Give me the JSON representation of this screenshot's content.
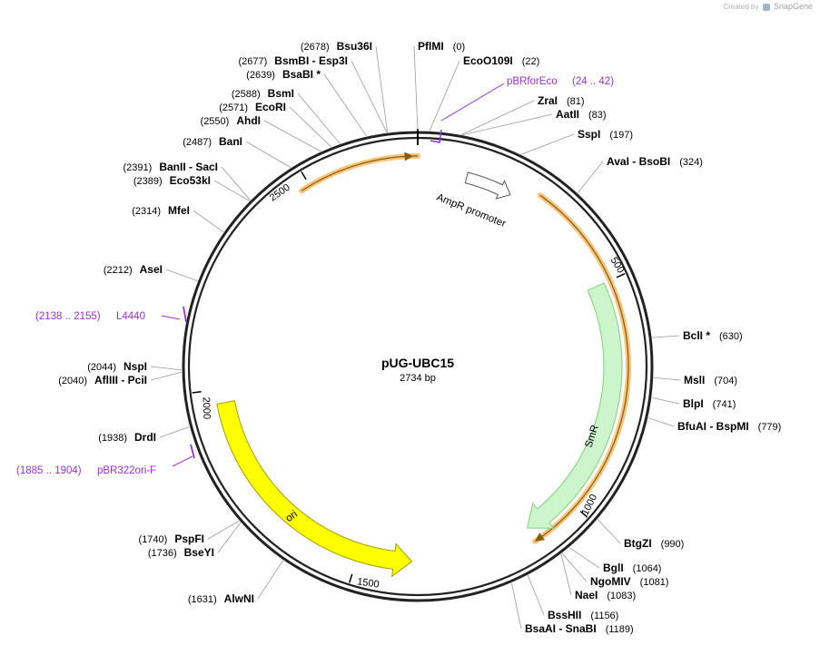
{
  "credit": {
    "prefix": "Created by",
    "brand": "SnapGene"
  },
  "plasmid": {
    "name": "pUG-UBC15",
    "length_label": "2734 bp",
    "length": 2734
  },
  "tick_labels": [
    "500",
    "1000",
    "1500",
    "2000",
    "2500"
  ],
  "features": [
    {
      "label": "AmpR promoter",
      "color": "#ffffff",
      "kind": "promoter"
    },
    {
      "label": "SmR",
      "color": "#ccf5cc",
      "kind": "cds"
    },
    {
      "label": "ori",
      "color": "#ffff00",
      "kind": "origin"
    }
  ],
  "primers": [
    {
      "label": "pBRforEco",
      "range": "(24 .. 42)"
    },
    {
      "label": "L4440",
      "range": "(2138 .. 2155)"
    },
    {
      "label": "pBR322ori-F",
      "range": "(1885 .. 1904)"
    }
  ],
  "enzymes_right": [
    {
      "pos": 0,
      "lines": [
        {
          "pos_text": "(0)",
          "names": [
            "PflMI"
          ]
        }
      ]
    },
    {
      "pos": 22,
      "lines": [
        {
          "pos_text": "(22)",
          "names": [
            "EcoO109I"
          ]
        }
      ]
    },
    {
      "pos": 81,
      "lines": [
        {
          "pos_text": "(81)",
          "names": [
            "ZraI"
          ]
        }
      ]
    },
    {
      "pos": 83,
      "lines": [
        {
          "pos_text": "(83)",
          "names": [
            "AatII"
          ]
        }
      ]
    },
    {
      "pos": 197,
      "lines": [
        {
          "pos_text": "(197)",
          "names": [
            "SspI"
          ]
        }
      ]
    },
    {
      "pos": 324,
      "lines": [
        {
          "pos_text": "(324)",
          "names": [
            "AvaI",
            "BsoBI"
          ]
        }
      ]
    },
    {
      "pos": 630,
      "lines": [
        {
          "pos_text": "(630)",
          "names": [
            "BclI *"
          ]
        }
      ]
    },
    {
      "pos": 704,
      "lines": [
        {
          "pos_text": "(704)",
          "names": [
            "MslI"
          ]
        }
      ]
    },
    {
      "pos": 741,
      "lines": [
        {
          "pos_text": "(741)",
          "names": [
            "BlpI"
          ]
        }
      ]
    },
    {
      "pos": 779,
      "lines": [
        {
          "pos_text": "(779)",
          "names": [
            "BfuAI",
            "BspMI"
          ]
        }
      ]
    },
    {
      "pos": 990,
      "lines": [
        {
          "pos_text": "(990)",
          "names": [
            "BtgZI"
          ]
        }
      ]
    },
    {
      "pos": 1064,
      "lines": [
        {
          "pos_text": "(1064)",
          "names": [
            "BglI"
          ]
        }
      ]
    },
    {
      "pos": 1081,
      "lines": [
        {
          "pos_text": "(1081)",
          "names": [
            "NgoMIV"
          ]
        }
      ]
    },
    {
      "pos": 1083,
      "lines": [
        {
          "pos_text": "(1083)",
          "names": [
            "NaeI"
          ]
        }
      ]
    },
    {
      "pos": 1156,
      "lines": [
        {
          "pos_text": "(1156)",
          "names": [
            "BssHII"
          ]
        }
      ]
    },
    {
      "pos": 1189,
      "lines": [
        {
          "pos_text": "(1189)",
          "names": [
            "BsaAI",
            "SnaBI"
          ]
        }
      ]
    }
  ],
  "enzymes_left": [
    {
      "pos": 2678,
      "lines": [
        {
          "pos_text": "(2678)",
          "names": [
            "Bsu36I"
          ]
        }
      ]
    },
    {
      "pos": 2677,
      "lines": [
        {
          "pos_text": "(2677)",
          "names": [
            "BsmBI",
            "Esp3I"
          ]
        }
      ]
    },
    {
      "pos": 2639,
      "lines": [
        {
          "pos_text": "(2639)",
          "names": [
            "BsaBI *"
          ]
        }
      ]
    },
    {
      "pos": 2588,
      "lines": [
        {
          "pos_text": "(2588)",
          "names": [
            "BsmI"
          ]
        }
      ]
    },
    {
      "pos": 2571,
      "lines": [
        {
          "pos_text": "(2571)",
          "names": [
            "EcoRI"
          ]
        }
      ]
    },
    {
      "pos": 2550,
      "lines": [
        {
          "pos_text": "(2550)",
          "names": [
            "AhdI"
          ]
        }
      ]
    },
    {
      "pos": 2487,
      "lines": [
        {
          "pos_text": "(2487)",
          "names": [
            "BanI"
          ]
        }
      ]
    },
    {
      "pos": 2391,
      "lines": [
        {
          "pos_text": "(2391)",
          "names": [
            "BanII",
            "SacI"
          ]
        }
      ]
    },
    {
      "pos": 2389,
      "lines": [
        {
          "pos_text": "(2389)",
          "names": [
            "Eco53kI"
          ]
        }
      ]
    },
    {
      "pos": 2314,
      "lines": [
        {
          "pos_text": "(2314)",
          "names": [
            "MfeI"
          ]
        }
      ]
    },
    {
      "pos": 2212,
      "lines": [
        {
          "pos_text": "(2212)",
          "names": [
            "AseI"
          ]
        }
      ]
    },
    {
      "pos": 2044,
      "lines": [
        {
          "pos_text": "(2044)",
          "names": [
            "NspI"
          ]
        }
      ]
    },
    {
      "pos": 2040,
      "lines": [
        {
          "pos_text": "(2040)",
          "names": [
            "AflIII",
            "PciI"
          ]
        }
      ]
    },
    {
      "pos": 1938,
      "lines": [
        {
          "pos_text": "(1938)",
          "names": [
            "DrdI"
          ]
        }
      ]
    },
    {
      "pos": 1740,
      "lines": [
        {
          "pos_text": "(1740)",
          "names": [
            "PspFI"
          ]
        }
      ]
    },
    {
      "pos": 1736,
      "lines": [
        {
          "pos_text": "(1736)",
          "names": [
            "BseYI"
          ]
        }
      ]
    },
    {
      "pos": 1631,
      "lines": [
        {
          "pos_text": "(1631)",
          "names": [
            "AlwNI"
          ]
        }
      ]
    }
  ],
  "colors": {
    "backbone": "#222222",
    "primer": "#9b30d4",
    "highlight": "#f3b24e",
    "leader": "#999999"
  }
}
